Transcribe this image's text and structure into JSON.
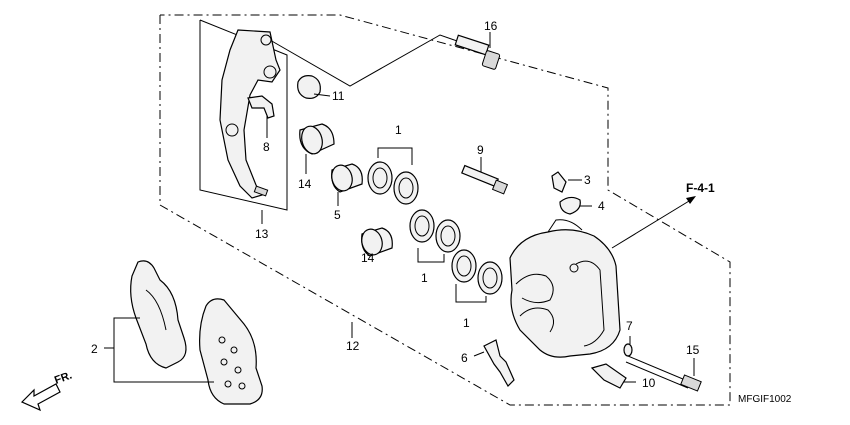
{
  "diagram": {
    "callouts": {
      "c1a": "1",
      "c1b": "1",
      "c1c": "1",
      "c2": "2",
      "c3": "3",
      "c4": "4",
      "c5": "5",
      "c6": "6",
      "c7": "7",
      "c8": "8",
      "c9": "9",
      "c10": "10",
      "c11": "11",
      "c12": "12",
      "c13": "13",
      "c14a": "14",
      "c14b": "14",
      "c15": "15",
      "c16": "16"
    },
    "reference": "F-4-1",
    "direction_label": "FR.",
    "diagram_code": "MFGIF1002"
  }
}
